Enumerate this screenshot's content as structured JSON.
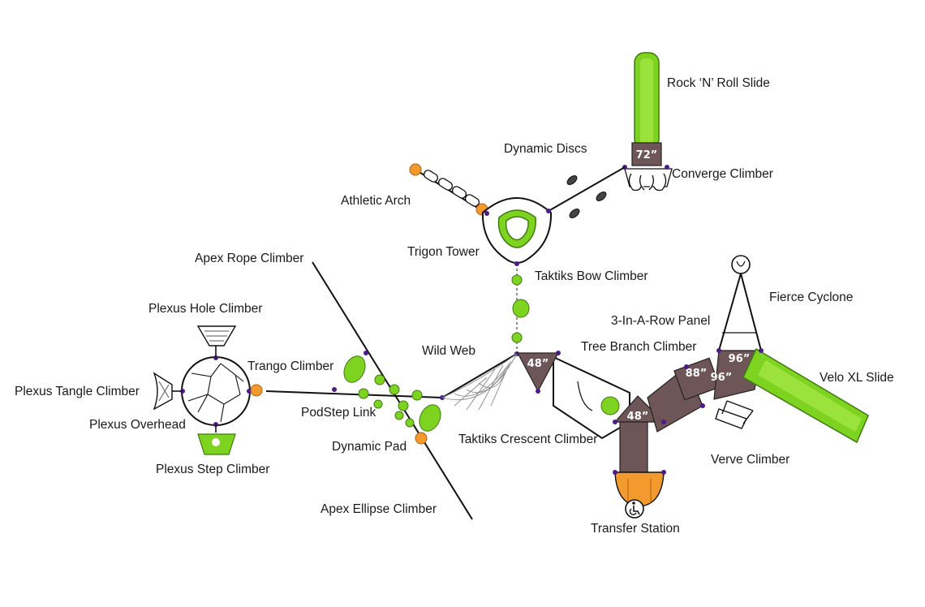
{
  "colors": {
    "deck": "#6d5558",
    "green": "#7ed321",
    "green_dark": "#4a8a14",
    "orange": "#f29a2e",
    "connector": "#4b1b8a",
    "line": "#111111"
  },
  "labels": {
    "rock_n_roll_slide": "Rock ‘N’ Roll Slide",
    "dynamic_discs": "Dynamic Discs",
    "converge_climber": "Converge Climber",
    "athletic_arch": "Athletic Arch",
    "trigon_tower": "Trigon Tower",
    "apex_rope_climber": "Apex Rope Climber",
    "taktiks_bow_climber": "Taktiks Bow Climber",
    "fierce_cyclone": "Fierce Cyclone",
    "plexus_hole_climber": "Plexus Hole Climber",
    "three_in_a_row_panel": "3-In-A-Row Panel",
    "wild_web": "Wild Web",
    "tree_branch_climber": "Tree Branch Climber",
    "trango_climber": "Trango Climber",
    "velo_xl_slide": "Velo XL Slide",
    "plexus_tangle_climber": "Plexus Tangle Climber",
    "podstep_link": "PodStep Link",
    "plexus_overhead": "Plexus Overhead",
    "taktiks_crescent_climber": "Taktiks Crescent Climber",
    "dynamic_pad": "Dynamic Pad",
    "verve_climber": "Verve Climber",
    "plexus_step_climber": "Plexus Step Climber",
    "apex_ellipse_climber": "Apex Ellipse Climber",
    "transfer_station": "Transfer Station"
  },
  "deck_heights": {
    "slide_deck": "72”",
    "triangle_deck": "48”",
    "main_deck": "48”",
    "ramp_deck": "88”",
    "upper_deck_a": "96”",
    "upper_deck_b": "96”"
  },
  "icons": {
    "accessibility": "wheelchair-icon"
  }
}
